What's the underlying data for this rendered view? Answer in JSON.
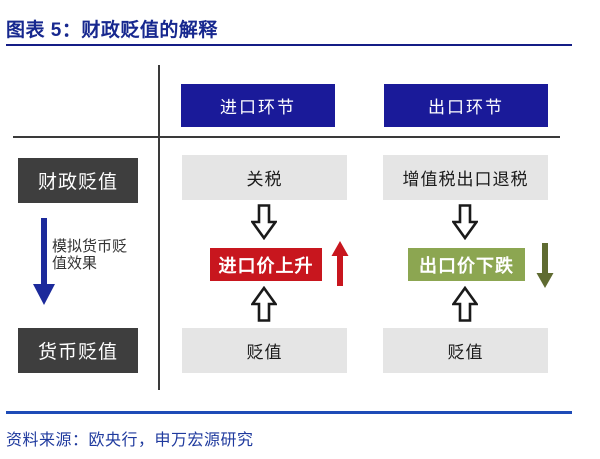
{
  "title": {
    "text": "图表 5：财政贬值的解释"
  },
  "left_panel": {
    "top_label": "财政贬值",
    "bottom_label": "货币贬值",
    "arrow_note": "模拟货币贬值效果",
    "arrow_icon": "navy-down-arrow"
  },
  "columns": [
    {
      "header": "进口环节",
      "cause_box": "关税",
      "effect_box": "进口价上升",
      "effect_trend_icon": "red-up-arrow",
      "bottom_box": "贬值"
    },
    {
      "header": "出口环节",
      "cause_box": "增值税出口退税",
      "effect_box": "出口价下跌",
      "effect_trend_icon": "olive-down-arrow",
      "bottom_box": "贬值"
    }
  ],
  "source": {
    "text": "资料来源：欧央行，申万宏源研究"
  },
  "colors": {
    "title_blue": "#17288F",
    "header_navy": "#1A1A99",
    "effect_red": "#C8161E",
    "effect_green": "#8CA651",
    "green_arrow_olive": "#5F6B31",
    "navy_arrow": "#1C2A9B",
    "dark_gray_box": "#3E3E3E",
    "light_gray_box": "#E5E5E5",
    "divider_gray": "#3A3A3A",
    "source_blue": "#1F3A9E",
    "bottom_rule_blue": "#1E4BB7"
  }
}
